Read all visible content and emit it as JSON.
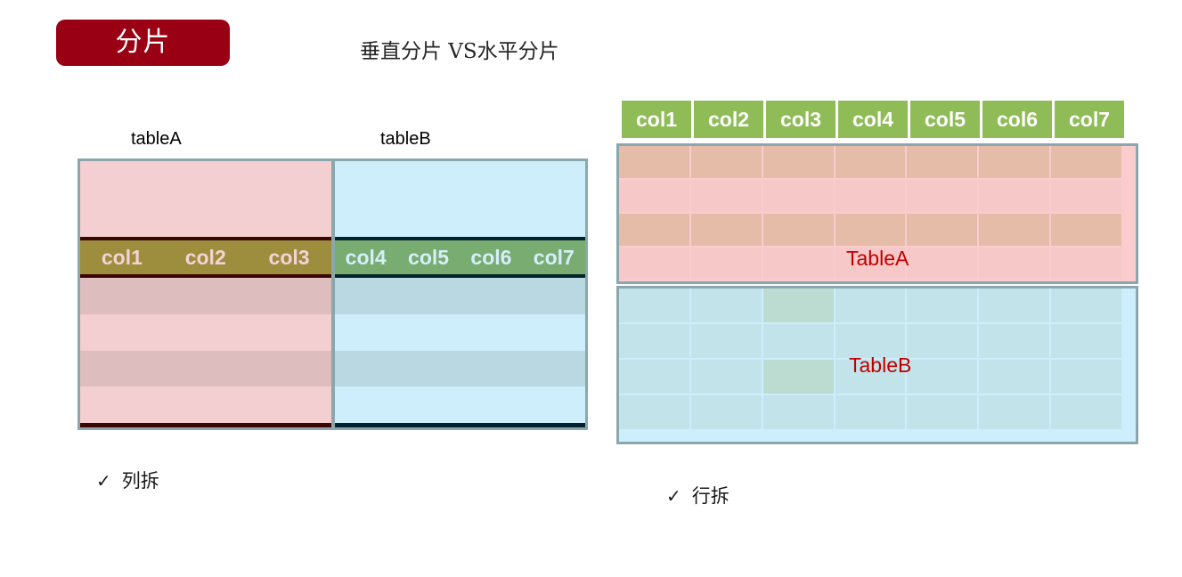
{
  "header": {
    "badge_label": "分片",
    "subtitle": "垂直分片 VS水平分片",
    "badge_color": "#990014"
  },
  "vertical_sharding": {
    "caption_a": "tableA",
    "caption_b": "tableB",
    "panel_a": {
      "columns": [
        "col1",
        "col2",
        "col3"
      ],
      "band_color": "#9c8e3d",
      "fill_color": "#f3cfd2",
      "stripe_color": "#ddbdbe",
      "rule_color": "#3b0505",
      "rows": [
        "dark",
        "light",
        "dark",
        "light"
      ]
    },
    "panel_b": {
      "columns": [
        "col4",
        "col5",
        "col6",
        "col7"
      ],
      "band_color": "#79ac71",
      "fill_color": "#cfeefb",
      "stripe_color": "#bad8e2",
      "rule_color": "#04222b",
      "rows": [
        "dark",
        "light",
        "dark",
        "light"
      ]
    },
    "bullet": {
      "marker": "✓",
      "text": "列拆"
    }
  },
  "horizontal_sharding": {
    "column_headers": [
      "col1",
      "col2",
      "col3",
      "col4",
      "col5",
      "col6",
      "col7"
    ],
    "header_color": "#8fbc56",
    "table_a": {
      "label": "TableA",
      "label_color": "#c00000",
      "fill_color": "#fbccce",
      "row_pattern": [
        "dark",
        "light",
        "dark",
        "light"
      ],
      "rows": 4,
      "columns": 7
    },
    "table_b": {
      "label": "TableB",
      "label_color": "#c00000",
      "fill_color": "#cdeefc",
      "cell_color": "#c1e3e9",
      "highlight_color": "#bddcd1",
      "highlighted_column_index": 2,
      "highlighted_rows": [
        0,
        2
      ],
      "rows": 4,
      "columns": 7
    },
    "bullet": {
      "marker": "✓",
      "text": "行拆"
    }
  }
}
